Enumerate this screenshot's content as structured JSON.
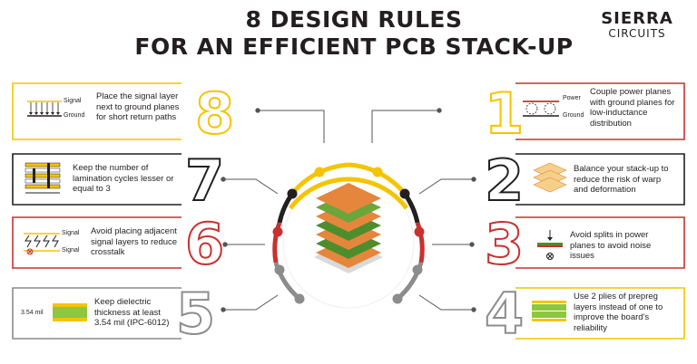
{
  "header": {
    "title_line1": "8 DESIGN RULES",
    "title_line2": "FOR AN EFFICIENT PCB STACK-UP"
  },
  "logo": {
    "line1": "SIERRA",
    "line2": "CIRCUITS"
  },
  "colors": {
    "yellow": "#f5c400",
    "black": "#231f20",
    "red": "#c8312f",
    "gray": "#8c8c8c",
    "orange": "#e5863c",
    "green": "#4e8d2c"
  },
  "rules": [
    {
      "number": "8",
      "text_lines": [
        "Place the signal layer",
        "next to ground planes",
        "for short return paths"
      ],
      "labels": [
        "Signal",
        "Ground"
      ],
      "icon": "signal-ground-arrows-icon"
    },
    {
      "number": "7",
      "text_lines": [
        "Keep the number of",
        "lamination cycles lesser or",
        "equal to 3"
      ],
      "icon": "lamination-stack-icon"
    },
    {
      "number": "6",
      "text_lines": [
        "Avoid placing adjacent",
        "signal layers to reduce",
        "crosstalk"
      ],
      "labels": [
        "Signal",
        "Signal"
      ],
      "icon": "crosstalk-icon"
    },
    {
      "number": "5",
      "text_lines": [
        "Keep dielectric",
        "thickness at least",
        "3.54 mil (IPC-6012)"
      ],
      "labels": [
        "3.54 mil"
      ],
      "icon": "dielectric-thickness-icon"
    },
    {
      "number": "1",
      "text_lines": [
        "Couple power planes",
        "with ground planes for",
        "low-inductance",
        "distribution"
      ],
      "labels": [
        "Power",
        "Ground"
      ],
      "icon": "power-ground-loops-icon"
    },
    {
      "number": "2",
      "text_lines": [
        "Balance your stack-up to",
        "reduce the risk of warp",
        "and deformation"
      ],
      "icon": "balanced-stack-icon"
    },
    {
      "number": "3",
      "text_lines": [
        "Avoid splits in power",
        "planes to avoid noise",
        "issues"
      ],
      "icon": "split-plane-icon"
    },
    {
      "number": "4",
      "text_lines": [
        "Use 2 plies of prepreg",
        "layers instead of one to",
        "improve the board's",
        "reliability"
      ],
      "icon": "prepreg-plies-icon"
    }
  ]
}
